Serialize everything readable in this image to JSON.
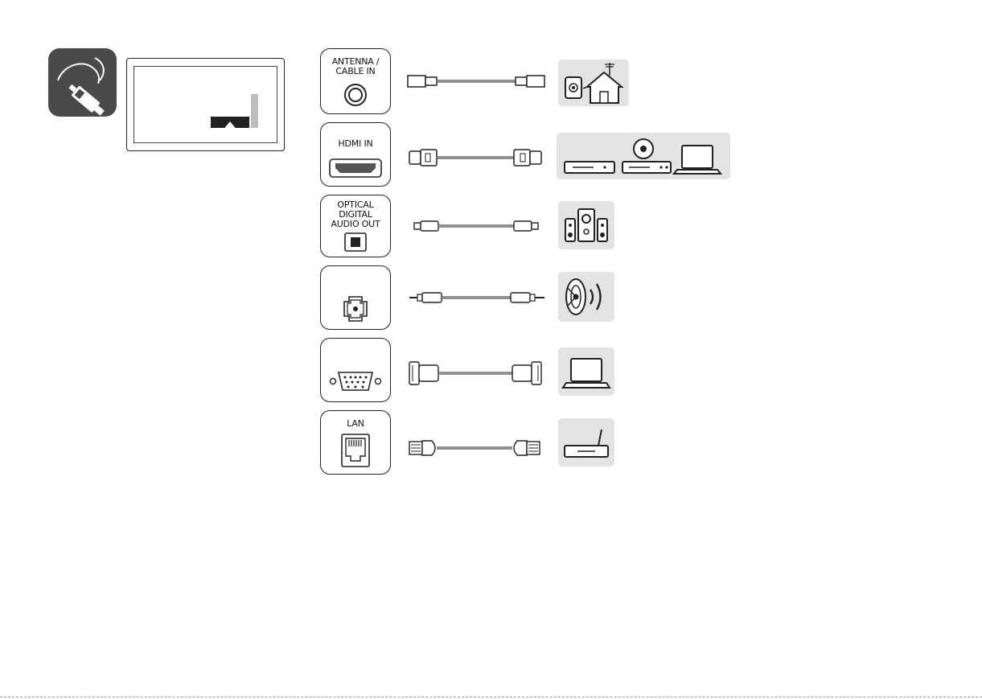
{
  "ports": [
    {
      "id": "antenna",
      "label": "ANTENNA /\nCABLE IN",
      "cable": "coax",
      "device": "antenna-house"
    },
    {
      "id": "hdmi",
      "label": "HDMI IN",
      "cable": "hdmi",
      "device": "av-players-laptop"
    },
    {
      "id": "optical",
      "label": "OPTICAL\nDIGITAL\nAUDIO OUT",
      "cable": "optical",
      "device": "speakers"
    },
    {
      "id": "headphone",
      "label": "",
      "cable": "mini-jack",
      "device": "audio-out-speaker"
    },
    {
      "id": "rgb",
      "label": "",
      "cable": "d-sub",
      "device": "laptop"
    },
    {
      "id": "lan",
      "label": "LAN",
      "cable": "ethernet",
      "device": "router"
    }
  ],
  "icons": {
    "corner": "cable-connection-icon",
    "tv": "tv-rear-outline-icon"
  },
  "colors": {
    "icon_bg": "#4a4a4a",
    "device_bg": "#e3e3e3",
    "line": "#222222"
  }
}
